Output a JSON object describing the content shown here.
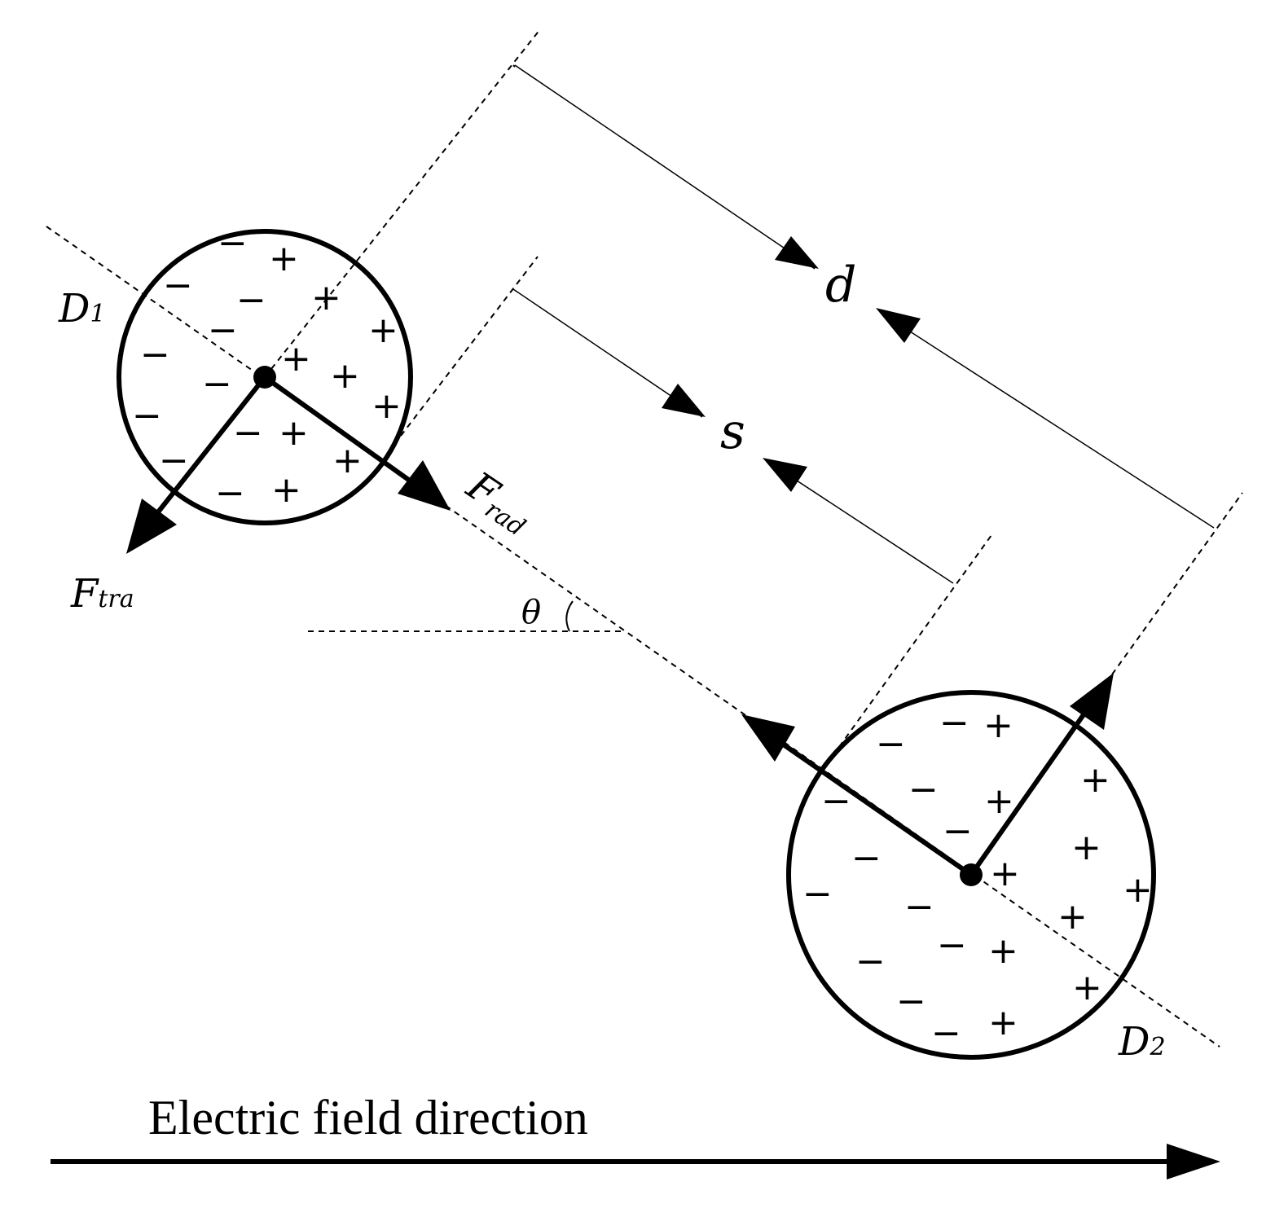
{
  "diagram": {
    "labels": {
      "D1": {
        "base": "D",
        "sub": "1"
      },
      "D2": {
        "base": "D",
        "sub": "2"
      },
      "Ftra": {
        "base": "F",
        "sub": "tra"
      },
      "Frad": {
        "base": "F",
        "sub": "rad"
      },
      "d": "d",
      "s": "s",
      "theta": "θ"
    },
    "field_label": "Electric field direction",
    "charges": {
      "positive": "+",
      "negative": "−"
    }
  }
}
